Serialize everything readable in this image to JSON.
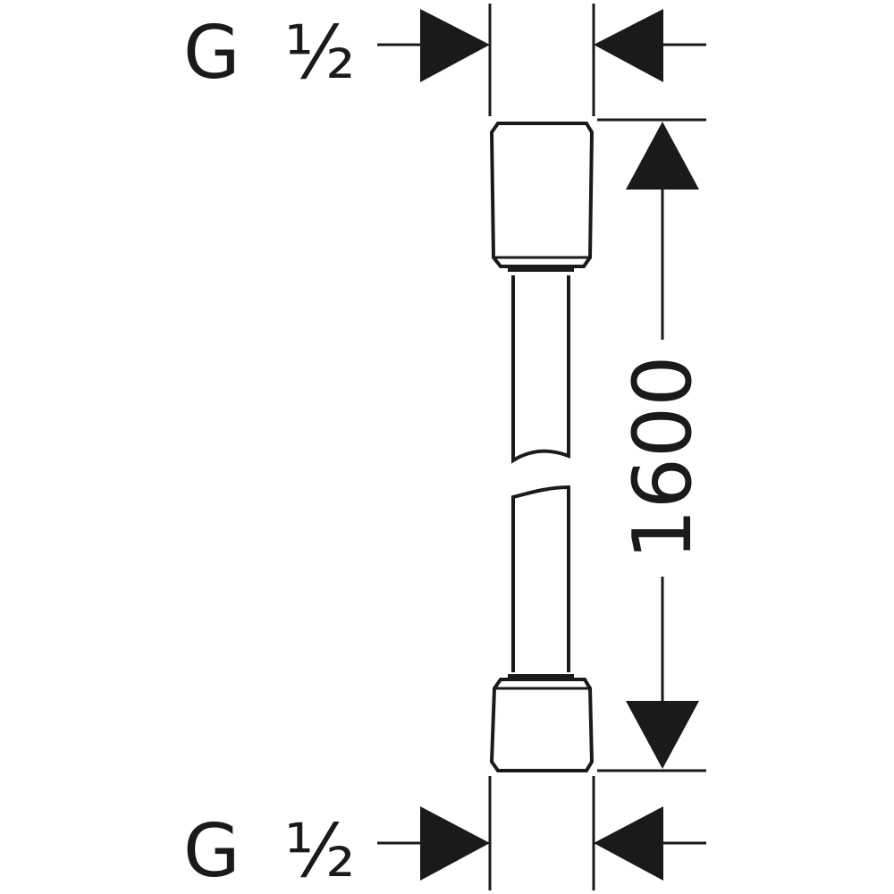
{
  "drawing": {
    "top_thread": {
      "letter": "G",
      "size": "½"
    },
    "bottom_thread": {
      "letter": "G",
      "size": "½"
    },
    "length_dimension": "1600"
  },
  "colors": {
    "line": "#1a1a1a",
    "background": "#ffffff"
  }
}
